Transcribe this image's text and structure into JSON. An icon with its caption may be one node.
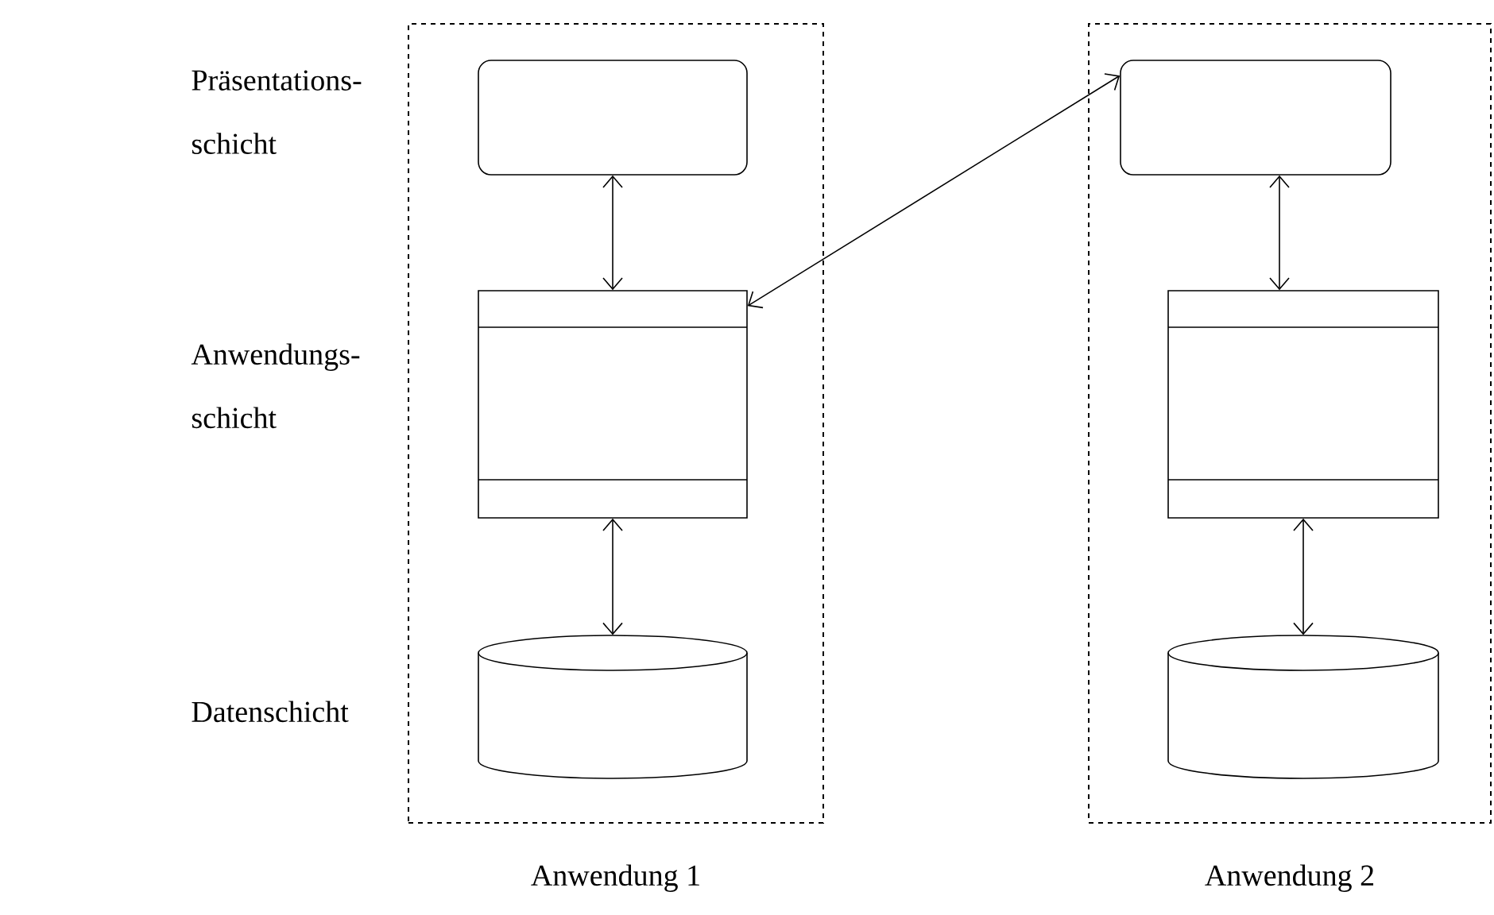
{
  "diagram": {
    "nodes": [
      {
        "text": [
          "Anwendung 1"
        ]
      },
      {
        "text": [],
        "shape": "box",
        "in": 0
      },
      {
        "text": [],
        "shape": "box",
        "in": 0
      },
      {
        "text": [],
        "shape": "cylinder",
        "in": 0
      },
      {
        "text": [
          "Anwendung 2"
        ]
      },
      {
        "text": [],
        "shape": "box",
        "in": 4
      },
      {
        "text": [],
        "shape": "box",
        "in": 4
      },
      {
        "text": [],
        "shape": "cylinder",
        "in": 4
      }
    ],
    "edges": [
      {
        "from": 1,
        "to": 2,
        "arrow": "both"
      },
      {
        "from": 2,
        "to": 3,
        "arrow": "both"
      },
      {
        "from": 5,
        "to": 6,
        "arrow": "both"
      },
      {
        "from": 6,
        "to": 7,
        "arrow": "both"
      },
      {
        "from": 2,
        "to": 5,
        "arrow": "both"
      }
    ],
    "labels": [
      "Präsentations- schicht",
      "Anwendungs- schicht",
      "Datenschicht"
    ]
  }
}
